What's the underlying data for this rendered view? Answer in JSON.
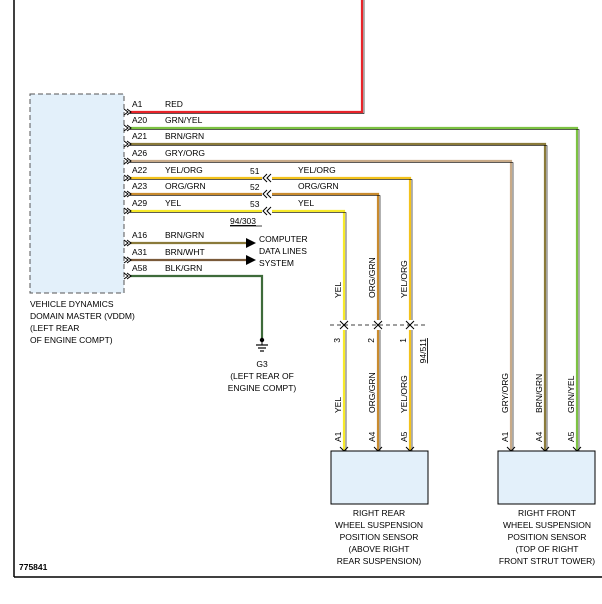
{
  "diagram_id": "775841",
  "vddm": {
    "name_lines": [
      "VEHICLE DYNAMICS",
      "DOMAIN MASTER (VDDM)",
      "(LEFT REAR",
      "OF ENGINE COMPT)"
    ],
    "color": "#e3f0fa"
  },
  "pins": [
    {
      "pin": "A1",
      "wire": "RED"
    },
    {
      "pin": "A20",
      "wire": "GRN/YEL"
    },
    {
      "pin": "A21",
      "wire": "BRN/GRN"
    },
    {
      "pin": "A26",
      "wire": "GRY/ORG"
    },
    {
      "pin": "A22",
      "wire": "YEL/ORG"
    },
    {
      "pin": "A23",
      "wire": "ORG/GRN"
    },
    {
      "pin": "A29",
      "wire": "YEL"
    },
    {
      "pin": "A16",
      "wire": "BRN/GRN"
    },
    {
      "pin": "A31",
      "wire": "BRN/WHT"
    },
    {
      "pin": "A58",
      "wire": "BLK/GRN"
    }
  ],
  "inline_connector": {
    "pins": [
      "51",
      "52",
      "53"
    ],
    "wires": [
      "YEL/ORG",
      "ORG/GRN",
      "YEL"
    ],
    "ref": "94/303"
  },
  "computer_data_lines": [
    "COMPUTER",
    "DATA LINES",
    "SYSTEM"
  ],
  "ground": {
    "name": "G3",
    "location_lines": [
      "(LEFT REAR OF",
      "ENGINE COMPT)"
    ]
  },
  "lower_connector": {
    "pins": [
      "3",
      "2",
      "1"
    ],
    "wires_upper": [
      "YEL",
      "ORG/GRN",
      "YEL/ORG"
    ],
    "wires_lower": [
      "YEL",
      "ORG/GRN",
      "YEL/ORG"
    ],
    "ref": "94/511"
  },
  "rear_sensor": {
    "pins": [
      "A1",
      "A4",
      "A5"
    ],
    "label_lines": [
      "RIGHT REAR",
      "WHEEL SUSPENSION",
      "POSITION SENSOR",
      "(ABOVE RIGHT",
      "REAR SUSPENSION)"
    ]
  },
  "front_sensor": {
    "pins": [
      "A1",
      "A4",
      "A5"
    ],
    "wires": [
      "GRY/ORG",
      "BRN/GRN",
      "GRN/YEL"
    ],
    "label_lines": [
      "RIGHT FRONT",
      "WHEEL SUSPENSION",
      "POSITION SENSOR",
      "(TOP OF RIGHT",
      "FRONT STRUT TOWER)"
    ]
  },
  "wire_colors": {
    "RED": "#e8232a",
    "GRN/YEL": "#7cc242",
    "BRN/GRN": "#8a7a3a",
    "GRY/ORG": "#c8aa88",
    "YEL/ORG": "#f3c21b",
    "ORG/GRN": "#c98b2e",
    "YEL": "#f7ea2a",
    "BRN/WHT": "#7a5a3a",
    "BLK/GRN": "#3e6b3a"
  }
}
